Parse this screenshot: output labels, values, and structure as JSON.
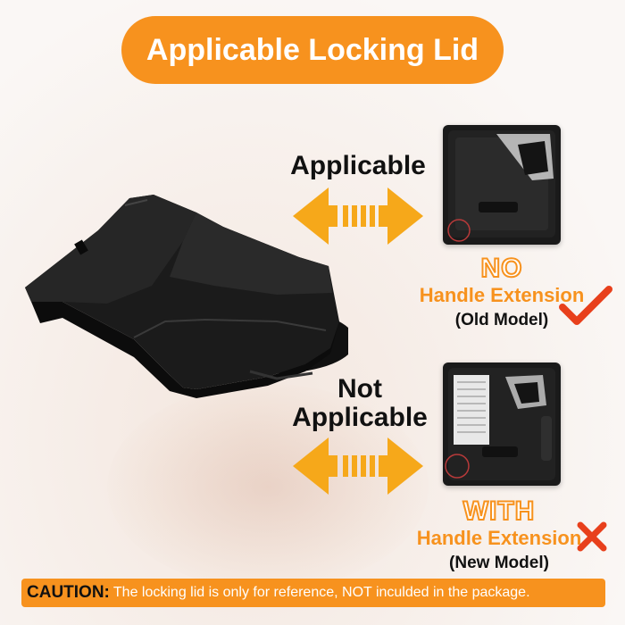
{
  "title": "Applicable Locking Lid",
  "applicable": {
    "label": "Applicable",
    "model_word": "NO",
    "model_sub": "Handle Extension",
    "model_paren": "(Old Model)",
    "mark": "check-mark",
    "mark_color": "#e8401c"
  },
  "not_applicable": {
    "label_line1": "Not",
    "label_line2": "Applicable",
    "model_word": "WITH",
    "model_sub": "Handle Extension",
    "model_paren": "(New Model)",
    "mark": "cross-mark",
    "mark_color": "#e8401c"
  },
  "caution": {
    "tag": "CAUTION:",
    "text": "The locking lid is only for reference, NOT inculded in the package."
  },
  "colors": {
    "accent": "#f7921e",
    "arrow": "#f6a81a",
    "lid": "#1a1a1a"
  }
}
